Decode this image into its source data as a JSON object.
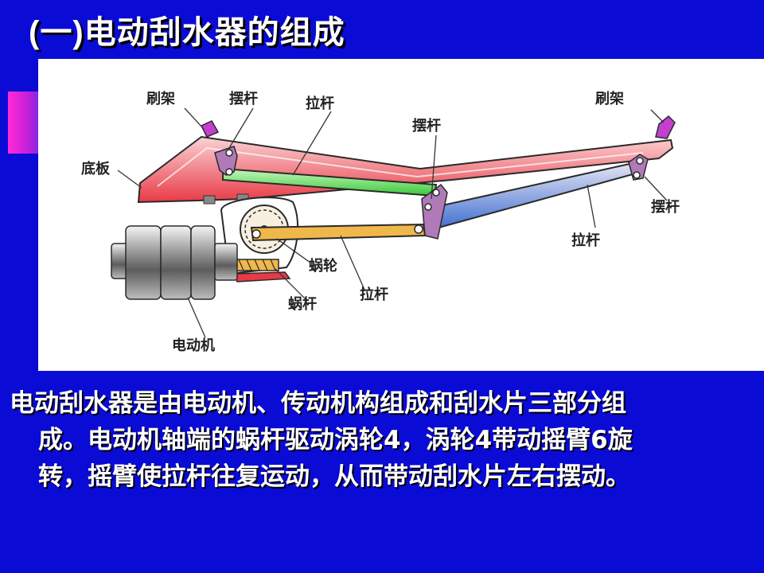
{
  "slide": {
    "title_paren": "(一)",
    "title_text": "电动刮水器的组成"
  },
  "diagram": {
    "labels": {
      "brush_frame_left": "刷架",
      "swing_rod_top": "摆杆",
      "pull_rod_top": "拉杆",
      "brush_frame_right": "刷架",
      "swing_rod_mid": "摆杆",
      "base_plate": "底板",
      "swing_rod_right": "摆杆",
      "pull_rod_right": "拉杆",
      "worm_wheel": "蜗轮",
      "pull_rod_bottom": "拉杆",
      "worm": "蜗杆",
      "motor": "电动机"
    },
    "colors": {
      "base_plate": "#e83a46",
      "green_rod": "#5fe15f",
      "blue_rod": "#3f6fd0",
      "orange_rod": "#f0b84a",
      "brush_frame": "#c43fd0",
      "link": "#b07ab8"
    }
  },
  "description": {
    "line1": "电动刮水器是由电动机、传动机构组成和刮水片三部分组",
    "line2": "成。电动机轴端的蜗杆驱动涡轮4，涡轮4带动摇臂6旋",
    "line3": "转，摇臂使拉杆往复运动，从而带动刮水片左右摆动。"
  }
}
